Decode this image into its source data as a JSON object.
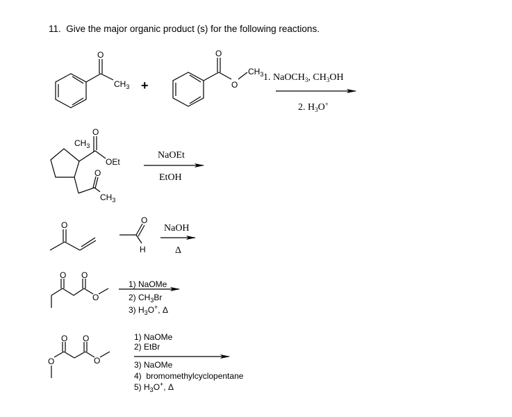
{
  "question": {
    "number": "11.",
    "text": "Give the major organic product (s) for the following reactions."
  },
  "reactions": [
    {
      "id": 1,
      "reactants": [
        "acetophenone",
        "methyl benzoate"
      ],
      "labels": {
        "ch3_a": "CH3",
        "o_a": "O",
        "plus": "+",
        "o_b": "O",
        "o_ester": "O",
        "ch3_b": "CH3"
      },
      "conditions_above": "1. NaOCH3, CH3OH",
      "conditions_below": "2. H3O+"
    },
    {
      "id": 2,
      "reactants": [
        "ethyl 1-methyl-2-(2-oxopropyl)cyclopentanecarboxylate"
      ],
      "labels": {
        "ch3_top": "CH3",
        "o_top": "O",
        "oet": "OEt",
        "o_ketone": "O",
        "ch3_bottom": "CH3"
      },
      "conditions_above": "NaOEt",
      "conditions_below": "EtOH"
    },
    {
      "id": 3,
      "reactants": [
        "methyl vinyl ketone",
        "acetaldehyde"
      ],
      "labels": {
        "o_a": "O",
        "o_b": "O",
        "h": "H"
      },
      "conditions_above": "NaOH",
      "conditions_below": "Δ"
    },
    {
      "id": 4,
      "reactants": [
        "methyl 3-oxopentanoate"
      ],
      "labels": {
        "o1": "O",
        "o2": "O",
        "o3": "O"
      },
      "conditions": [
        "1) NaOMe",
        "2) CH3Br",
        "3) H3O+, Δ"
      ]
    },
    {
      "id": 5,
      "reactants": [
        "dimethyl malonate"
      ],
      "labels": {
        "o1": "O",
        "o2": "O",
        "o3": "O",
        "o4": "O"
      },
      "conditions_above": [
        "1) NaOMe",
        "2) EtBr"
      ],
      "conditions_below": [
        "3) NaOMe",
        "4)  bromomethylcyclopentane",
        "5) H3O+, Δ"
      ]
    }
  ]
}
